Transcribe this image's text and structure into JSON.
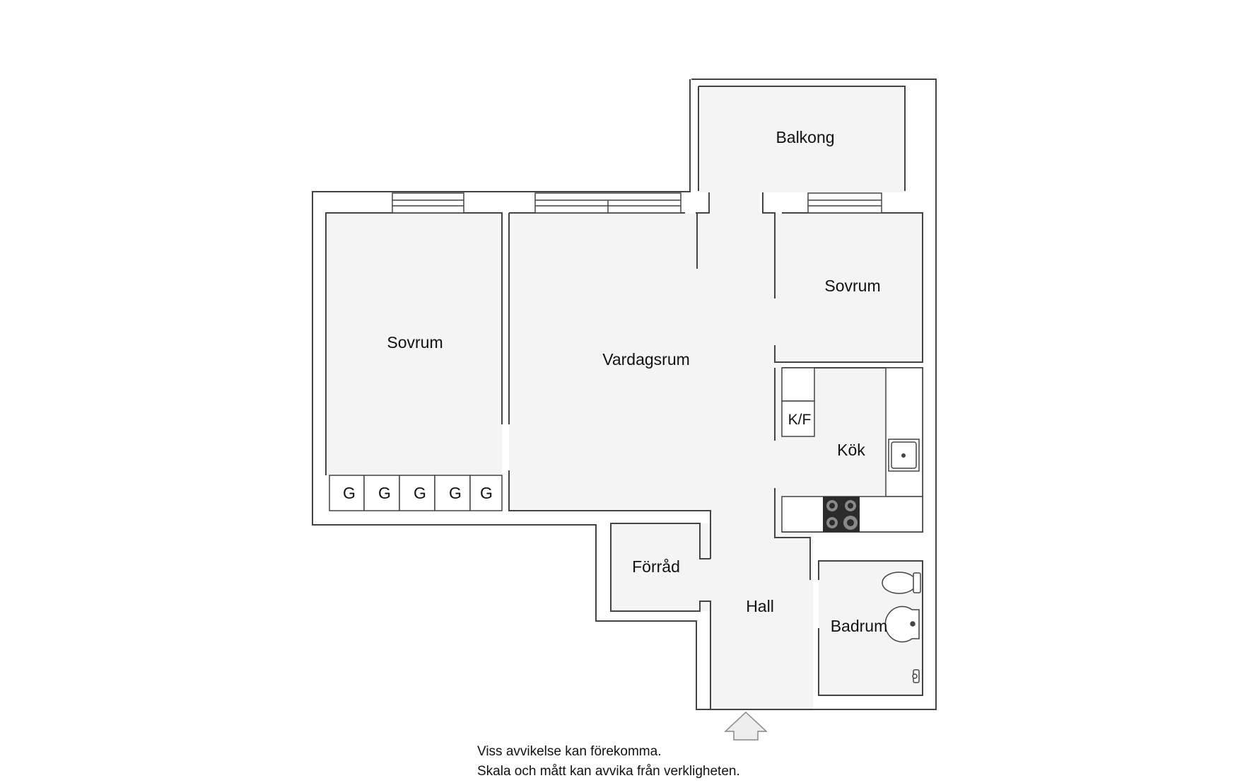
{
  "rooms": {
    "balkong": "Balkong",
    "sovrum_left": "Sovrum",
    "vardagsrum": "Vardagsrum",
    "sovrum_right": "Sovrum",
    "kok": "Kök",
    "kf": "K/F",
    "forrad": "Förråd",
    "hall": "Hall",
    "badrum": "Badrum"
  },
  "wardrobes": [
    "G",
    "G",
    "G",
    "G",
    "G"
  ],
  "notes": {
    "line1": "Viss avvikelse kan förekomma.",
    "line2": "Skala och mått kan avvika från verkligheten."
  },
  "colors": {
    "floor": "#f4f4f4",
    "wall": "#444444",
    "cooktop": "#2b2b2b"
  }
}
